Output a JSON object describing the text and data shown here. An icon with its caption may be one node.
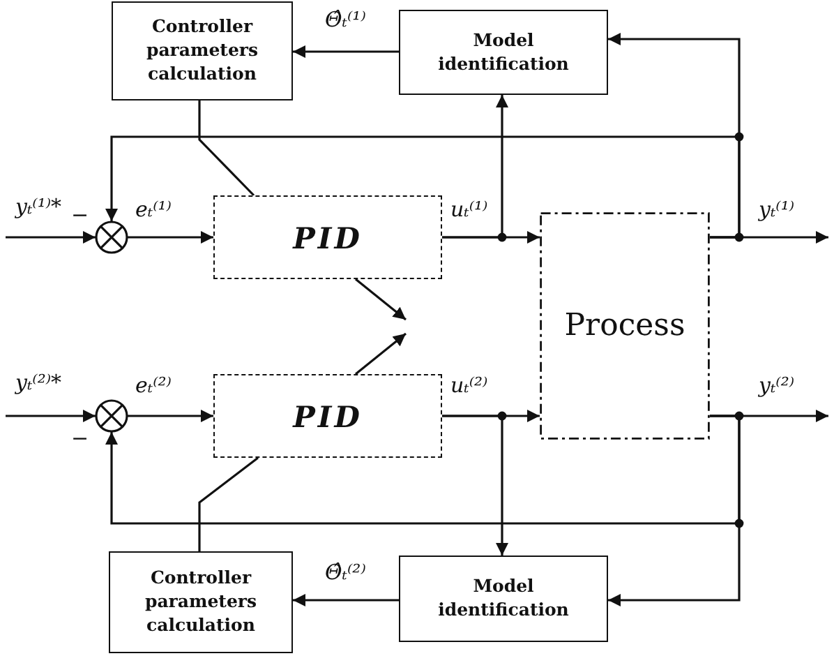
{
  "diagram": {
    "nodes": [
      {
        "text": [
          "Controller parameters calculation"
        ]
      },
      {
        "text": [
          "Model identification"
        ]
      },
      {
        "text": [],
        "shape": "circle"
      },
      {
        "text": [
          "PID"
        ]
      },
      {
        "text": [
          "Process"
        ]
      },
      {
        "text": [],
        "shape": "circle"
      },
      {
        "text": [
          "PID"
        ]
      },
      {
        "text": [
          "Controller parameters calculation"
        ]
      },
      {
        "text": [
          "Model identification"
        ]
      }
    ],
    "edges": [
      {
        "from": null,
        "to": 2,
        "arrow": "to",
        "label": "yₜ⁽¹⁾*"
      },
      {
        "from": 4,
        "to": 2,
        "arrow": "to",
        "label": "−"
      },
      {
        "from": 2,
        "to": 3,
        "arrow": "to",
        "label": "eₜ⁽¹⁾"
      },
      {
        "from": 3,
        "to": 4,
        "arrow": "to",
        "label": "uₜ⁽¹⁾"
      },
      {
        "from": 3,
        "to": 1,
        "arrow": "to"
      },
      {
        "from": 4,
        "to": null,
        "arrow": "to",
        "label": "yₜ⁽¹⁾"
      },
      {
        "from": 4,
        "to": 1,
        "arrow": "to"
      },
      {
        "from": 1,
        "to": 0,
        "arrow": "to",
        "label": "Θ̂ₜ⁽¹⁾"
      },
      {
        "from": 0,
        "to": 3,
        "arrow": "none"
      },
      {
        "from": 3,
        "to": null,
        "arrow": "to"
      },
      {
        "from": null,
        "to": 5,
        "arrow": "to",
        "label": "yₜ⁽²⁾*"
      },
      {
        "from": 4,
        "to": 5,
        "arrow": "to",
        "label": "−"
      },
      {
        "from": 5,
        "to": 6,
        "arrow": "to",
        "label": "eₜ⁽²⁾"
      },
      {
        "from": 6,
        "to": 4,
        "arrow": "to",
        "label": "uₜ⁽²⁾"
      },
      {
        "from": 6,
        "to": 8,
        "arrow": "to"
      },
      {
        "from": 4,
        "to": null,
        "arrow": "to",
        "label": "yₜ⁽²⁾"
      },
      {
        "from": 4,
        "to": 8,
        "arrow": "to"
      },
      {
        "from": 8,
        "to": 7,
        "arrow": "to",
        "label": "Θ̂ₜ⁽²⁾"
      },
      {
        "from": 7,
        "to": 6,
        "arrow": "none"
      },
      {
        "from": 6,
        "to": null,
        "arrow": "to"
      }
    ]
  }
}
